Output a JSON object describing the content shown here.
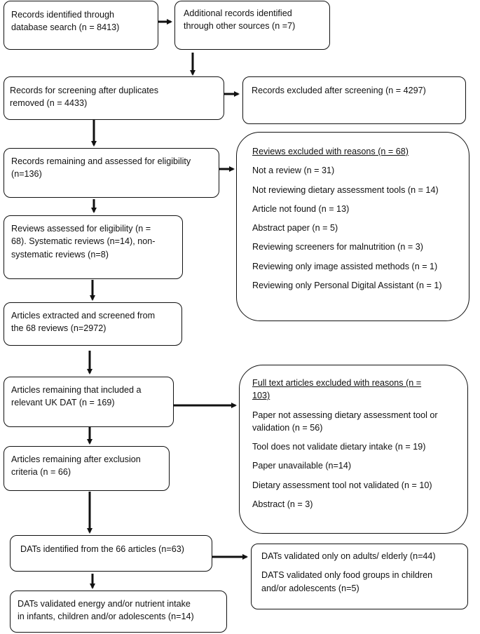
{
  "boxes": {
    "records_identified": "Records identified through\ndatabase search (n = 8413)",
    "additional_records": "Additional records identified\nthrough other sources (n =7)",
    "records_screening": "Records for screening after duplicates\nremoved (n = 4433)",
    "records_excluded": "Records excluded after screening   (n = 4297)",
    "records_remaining": "Records remaining and assessed for eligibility\n(n=136)",
    "reviews_assessed": "Reviews assessed for eligibility (n =\n68). Systematic reviews (n=14), non-\nsystematic reviews (n=8)",
    "articles_extracted": "Articles extracted and screened from\nthe 68 reviews (n=2972)",
    "articles_relevant": "Articles remaining that included a\nrelevant UK DAT (n = 169)",
    "articles_after_exclusion": "Articles remaining after exclusion\ncriteria (n = 66)",
    "dats_identified": "DATs identified from the 66 articles (n=63)",
    "dats_validated": "DATs validated energy and/or nutrient intake\nin infants, children and/or adolescents (n=14)"
  },
  "reviews_excluded": {
    "heading": "Reviews excluded with reasons (n = 68)",
    "items": [
      "Not a review (n = 31)",
      "Not reviewing dietary assessment tools (n = 14)",
      "Article not found (n = 13)",
      "Abstract paper (n = 5)",
      "Reviewing screeners for malnutrition (n = 3)",
      "Reviewing only image assisted methods (n = 1)",
      "Reviewing only Personal Digital Assistant (n = 1)"
    ]
  },
  "fulltext_excluded": {
    "heading": "Full text articles excluded with reasons (n =\n103)",
    "items": [
      "Paper not assessing dietary assessment tool or\nvalidation (n = 56)",
      "Tool does not validate dietary intake (n = 19)",
      "Paper unavailable (n=14)",
      "Dietary assessment tool not validated (n = 10)",
      "Abstract (n = 3)"
    ]
  },
  "dats_excluded": {
    "items": [
      "DATs validated only on adults/ elderly (n=44)",
      "DATS validated only food groups in children\nand/or adolescents (n=5)"
    ]
  }
}
